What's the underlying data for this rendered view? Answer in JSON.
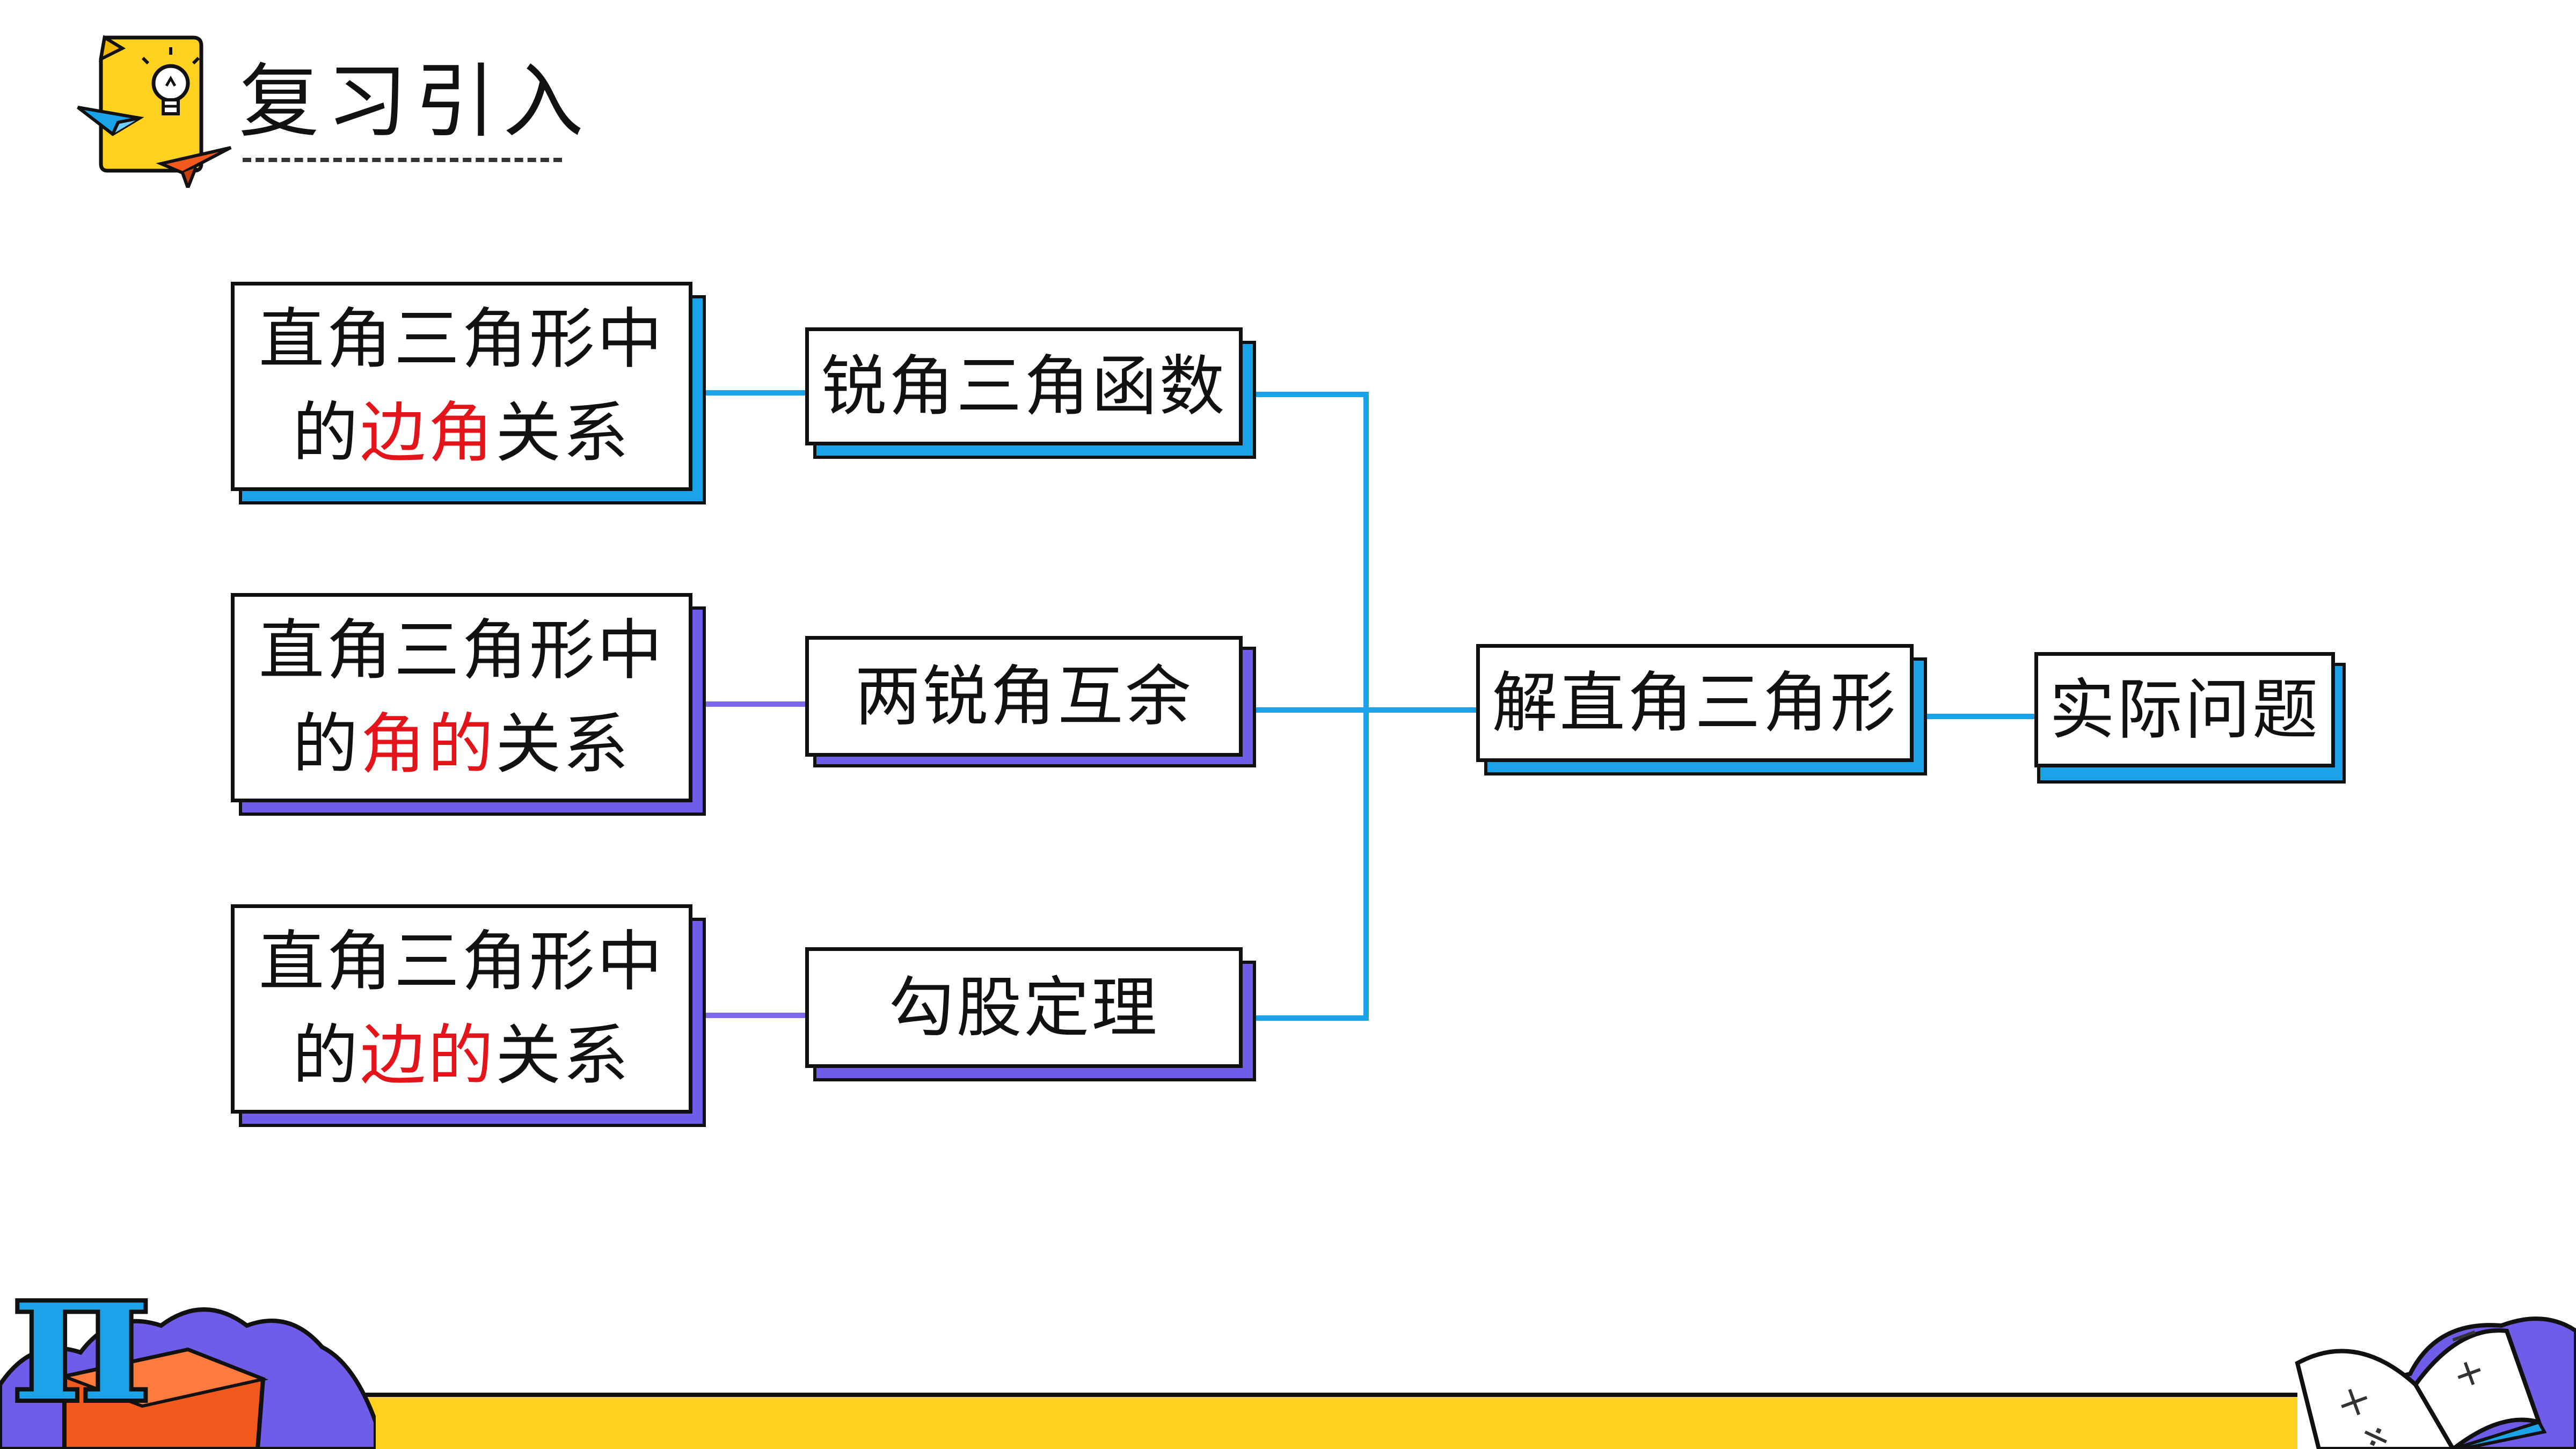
{
  "header": {
    "title": "复习引入"
  },
  "diagram": {
    "rows": [
      {
        "source_line1": "直角三角形中",
        "source_prefix": "的",
        "source_highlight": "边角",
        "source_suffix": "关系",
        "concept": "锐角三角函数"
      },
      {
        "source_line1": "直角三角形中",
        "source_prefix": "的",
        "source_highlight": "角的",
        "source_suffix": "关系",
        "concept": "两锐角互余"
      },
      {
        "source_line1": "直角三角形中",
        "source_prefix": "的",
        "source_highlight": "边的",
        "source_suffix": "关系",
        "concept": "勾股定理"
      }
    ],
    "merge_node": "解直角三角形",
    "target_node": "实际问题"
  },
  "decorations": {
    "pi_symbol": "π",
    "book_symbols": [
      "×",
      "÷",
      "+",
      "−"
    ]
  },
  "colors": {
    "blue": "#1aa3e8",
    "purple": "#6f5ce8",
    "highlight_red": "#e3151a",
    "band_yellow": "#ffd21f"
  }
}
